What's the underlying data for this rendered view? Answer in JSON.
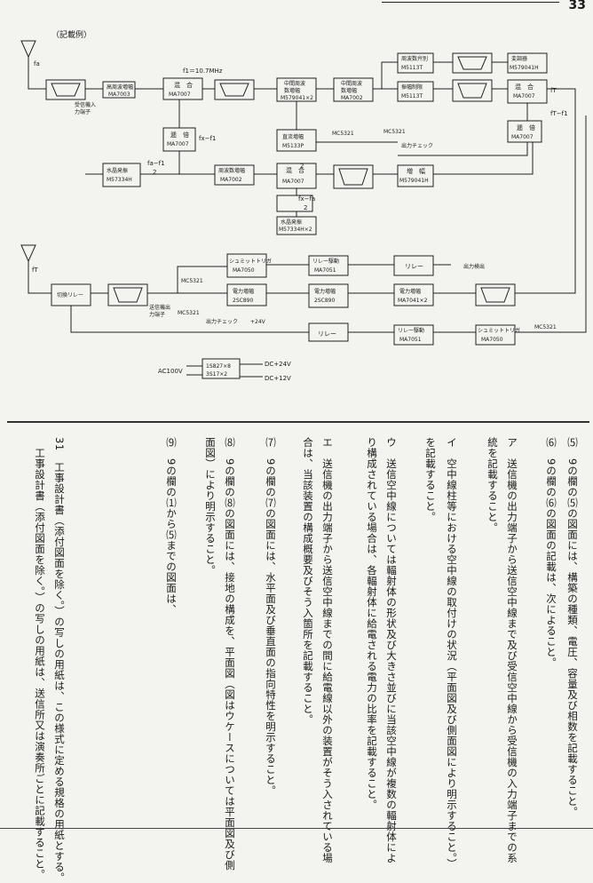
{
  "page": {
    "number": "33"
  },
  "diagram": {
    "title": "（記載例）",
    "freq": {
      "fa": "fa",
      "f1": "f1＝10.7MHz",
      "fafl": "fa−f1",
      "fxfl": "fx−f1",
      "div2a": "2",
      "div2b": "2",
      "fxfa": "fx−fa",
      "div2c": "2",
      "fT": "fT",
      "fTf1": "fT−f1",
      "fT2": "fT"
    },
    "blocks": {
      "rf_amp": [
        "高周波増幅",
        "MA7003"
      ],
      "mix1": [
        "混　合",
        "MA7007"
      ],
      "if_amp": [
        "中間周波",
        "数増幅",
        "M579041×2"
      ],
      "if_amp2": [
        "中間周波",
        "数増幅",
        "MA7002"
      ],
      "disc": [
        "周波数弁別",
        "M5113T"
      ],
      "mod": [
        "変調器",
        "M579041H"
      ],
      "lim": [
        "振幅制限",
        "M5113T"
      ],
      "mix2": [
        "混　合",
        "MA7007"
      ],
      "mult1": [
        "逓　倍",
        "MA7007"
      ],
      "dc_amp": [
        "直流増幅",
        "M5133P"
      ],
      "xtal1": [
        "水晶発振",
        "M57334H"
      ],
      "freq_amp": [
        "周波数増幅",
        "MA7002"
      ],
      "mix3": [
        "混　合",
        "MA7007"
      ],
      "amp": [
        "増　幅",
        "M579041H"
      ],
      "mult2": [
        "逓　倍",
        "MA7007"
      ],
      "xtal2": [
        "水晶発振",
        "M57334H×2"
      ],
      "relay_top": [
        "シュミットトリガ",
        "MA7050"
      ],
      "relay_drive": [
        "リレー駆動",
        "MA7051"
      ],
      "relay_out": "リレー",
      "hi_pwr": [
        "電力増幅",
        "2SC890"
      ],
      "hi_pwr2": [
        "電力増幅",
        "2SC890"
      ],
      "drive_amp": [
        "電力増幅",
        "MA7041×2"
      ],
      "relay_coax": "切換リレー",
      "relay_bot": "リレー",
      "relay_drive2": [
        "リレー駆動",
        "MA7051"
      ],
      "schmitt2": [
        "シュミットトリガ",
        "MA7050"
      ],
      "rect": [
        "1S827×8",
        "3S17×2"
      ]
    },
    "labels": {
      "rx_in": [
        "受信機入",
        "力端子"
      ],
      "tx_out": [
        "送信機出",
        "力端子"
      ],
      "mc1": "MC5321",
      "mc2": "MC5321",
      "mc3": "MC5321",
      "mc4": "MC5321",
      "mc5": "MC5321",
      "out_check1": "出力チェック",
      "out_check2": "出力チェック",
      "out_detect": "出力検出",
      "plus24": "+24V",
      "ac100": "AC100V",
      "dc24": "DC+24V",
      "dc12": "DC+12V",
      "ft": "fT"
    }
  },
  "text": {
    "l5": "⑸　9の欄の⑸の図面には、構築の種類、電圧、容量及び相数を記載すること。",
    "l6": "⑹　9の欄の⑹の図面の記載は、次によること。",
    "la1": "ア　送信機の出力端子から送信空中線まで及び受信空中線から受信機の入力端子までの系",
    "la2": "統を記載すること。",
    "li1": "イ　空中線柱等における空中線の取付けの状況（平面図及び側面図により明示すること。）",
    "li2": "を記載すること。",
    "lu1": "ウ　送信空中線については輻射体の形状及び大きさ並びに当該空中線が複数の輻射体によ",
    "lu2": "り構成されている場合は、各輻射体に給電される電力の比率を記載すること。",
    "le1": "エ　送信機の出力端子から送信空中線までの間に給電線以外の装置がそう入されている場",
    "le2": "合は、当該装置の構成概要及びそう入箇所を記載すること。",
    "l7": "⑺　9の欄の⑺の図面には、水平面及び垂直面の指向特性を明示すること。",
    "l8a": "⑻　9の欄の⑻の図面には、接地の構成を、平面図（図はウケースについては平面図及び側",
    "l8b": "面図）により明示すること。",
    "l9": "⑼　9の欄の⑴から⑸までの図面は、",
    "l31a": "31　工事設計書（添付図面を除く。）の写しの用紙は、この様式に定める規格の用紙とする。",
    "l31b": "　工事設計書（添付図面を除く。）の写しの用紙は、送信所又は演奏所ごとに記載すること。"
  }
}
